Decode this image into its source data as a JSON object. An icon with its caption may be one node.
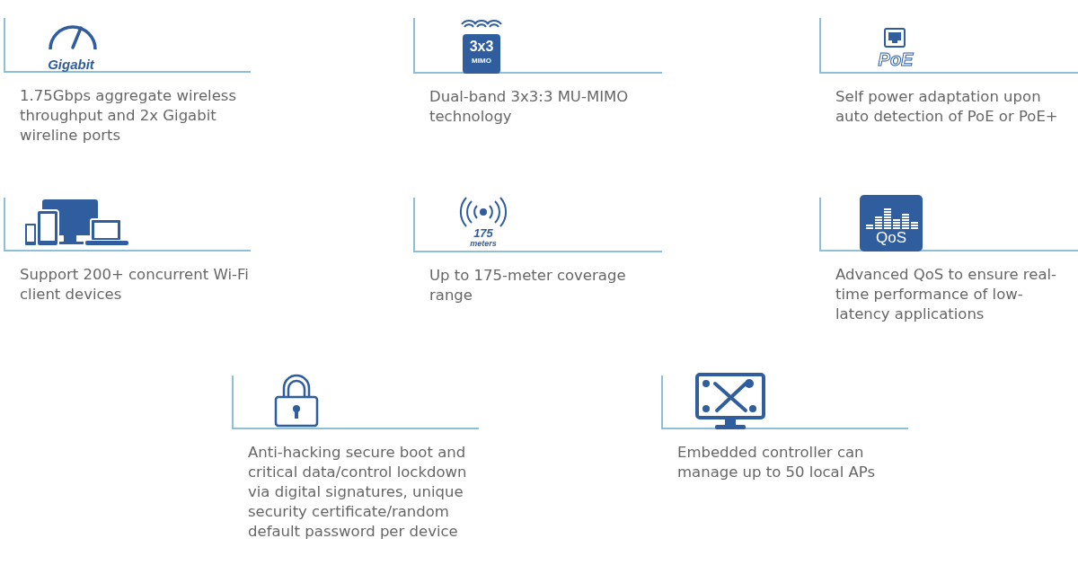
{
  "diagram": {
    "nodes": [
      {
        "text": [
          "Gigabit",
          "1.75Gbps aggregate wireless throughput and 2x Gigabit wireline ports"
        ]
      },
      {
        "text": [
          "3x3",
          "MIMO",
          "Dual-band 3x3:3 MU-MIMO technology"
        ]
      },
      {
        "text": [
          "PoE",
          "Self power adaptation upon auto detection of PoE or PoE+"
        ]
      },
      {
        "text": [
          "Support 200+ concurrent Wi-Fi client devices"
        ]
      },
      {
        "text": [
          "175",
          "meters",
          "Up to 175-meter coverage range"
        ]
      },
      {
        "text": [
          "QoS",
          "Advanced QoS to ensure real-time performance of low-latency applications"
        ]
      },
      {
        "text": [
          "Anti-hacking secure boot and critical data/control lockdown via digital signatures, unique security certificate/random default password per device"
        ]
      },
      {
        "text": [
          "Embedded controller can manage up to 50 local APs"
        ]
      }
    ]
  }
}
